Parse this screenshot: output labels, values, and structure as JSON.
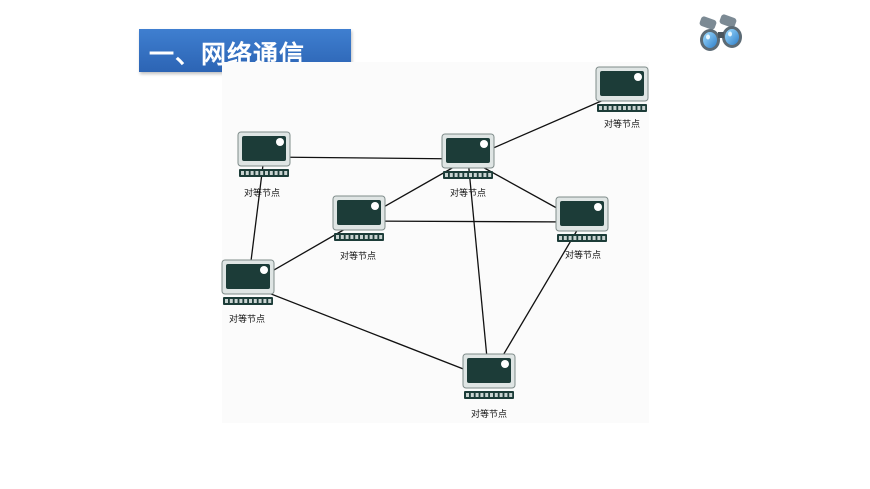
{
  "slide": {
    "title": "一、网络通信"
  },
  "icons": {
    "top_right": "binoculars-icon"
  },
  "diagram": {
    "node_label": "对等节点",
    "nodes": [
      {
        "id": "top-right",
        "label": "对等节点"
      },
      {
        "id": "top-left",
        "label": "对等节点"
      },
      {
        "id": "top-center",
        "label": "对等节点"
      },
      {
        "id": "middle-center",
        "label": "对等节点"
      },
      {
        "id": "middle-right",
        "label": "对等节点"
      },
      {
        "id": "middle-left",
        "label": "对等节点"
      },
      {
        "id": "bottom",
        "label": "对等节点"
      }
    ],
    "links": [
      [
        "top-left",
        "top-center"
      ],
      [
        "top-center",
        "top-right"
      ],
      [
        "top-center",
        "middle-center"
      ],
      [
        "top-center",
        "middle-right"
      ],
      [
        "top-center",
        "bottom"
      ],
      [
        "top-left",
        "middle-left"
      ],
      [
        "middle-center",
        "middle-left"
      ],
      [
        "middle-center",
        "middle-right"
      ],
      [
        "middle-left",
        "bottom"
      ],
      [
        "middle-right",
        "bottom"
      ]
    ],
    "colors": {
      "monitor": "#1c3c38",
      "line": "#111111"
    }
  },
  "colors": {
    "banner": "#2c64b4",
    "banner_text": "#ffffff"
  }
}
